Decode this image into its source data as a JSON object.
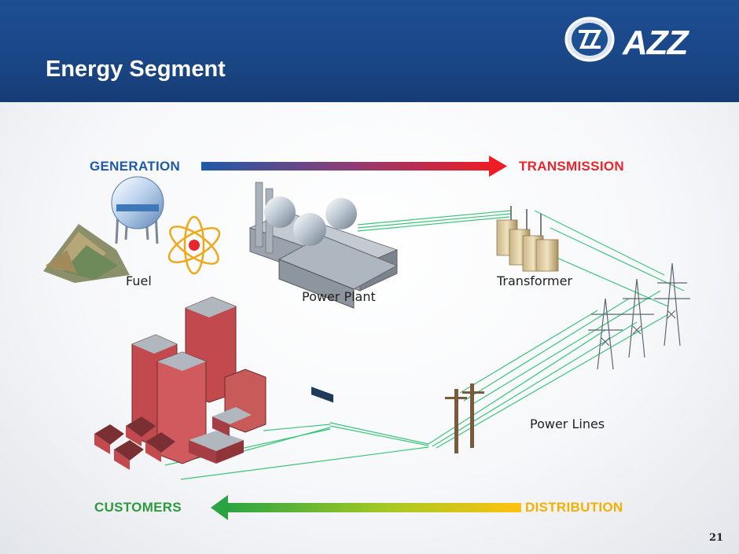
{
  "header": {
    "title": "Energy Segment",
    "logo_text": "AZZ"
  },
  "flow": {
    "top_left": "GENERATION",
    "top_right": "TRANSMISSION",
    "bottom_left": "CUSTOMERS",
    "bottom_right": "DISTRIBUTION"
  },
  "nodes": {
    "fuel": "Fuel",
    "power_plant": "Power Plant",
    "transformer": "Transformer",
    "power_lines": "Power Lines"
  },
  "page_number": "21",
  "colors": {
    "header_blue": "#1b4a8c",
    "label_blue": "#1f5aa6",
    "label_red": "#e8262d",
    "label_green": "#2d9a3e",
    "label_yellow": "#f2b000",
    "wire_green": "#3cc47a"
  }
}
